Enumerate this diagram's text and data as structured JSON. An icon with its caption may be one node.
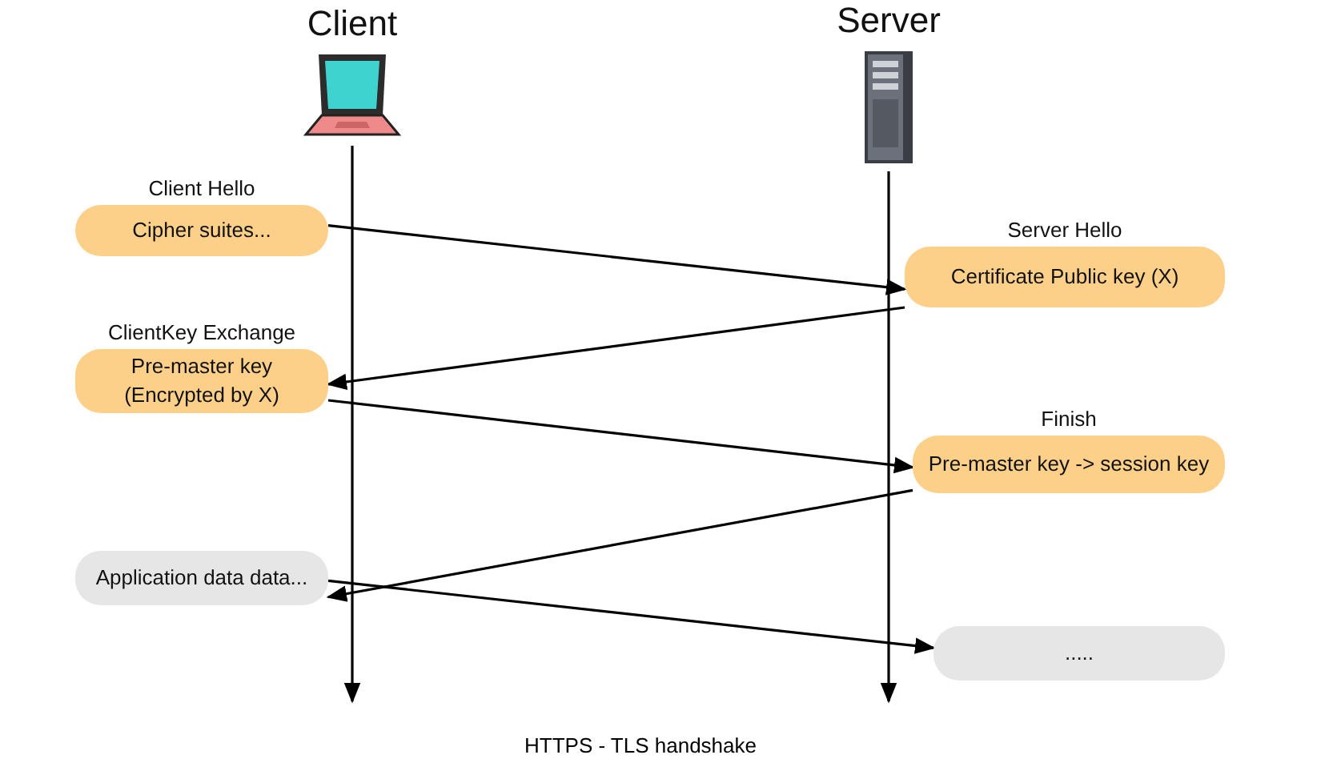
{
  "diagram": {
    "caption": "HTTPS - TLS handshake",
    "nodes": [
      {
        "text": [
          "Client"
        ]
      },
      {
        "text": [
          "Server"
        ]
      },
      {
        "text": [
          "Client Hello",
          "Cipher suites..."
        ]
      },
      {
        "text": [
          "Server Hello",
          "Certificate Public key (X)"
        ]
      },
      {
        "text": [
          "ClientKey Exchange",
          "Pre-master key (Encrypted by X)"
        ]
      },
      {
        "text": [
          "Finish",
          "Pre-master key -> session key"
        ]
      },
      {
        "text": [
          "Application data data..."
        ]
      },
      {
        "text": [
          "....."
        ]
      }
    ],
    "edges": [
      {
        "from": 0,
        "to": null,
        "arrow": "to"
      },
      {
        "from": 1,
        "to": null,
        "arrow": "to"
      },
      {
        "from": 2,
        "to": 3,
        "arrow": "to"
      },
      {
        "from": 3,
        "to": 4,
        "arrow": "to"
      },
      {
        "from": 4,
        "to": 5,
        "arrow": "to"
      },
      {
        "from": 5,
        "to": 6,
        "arrow": "to"
      },
      {
        "from": 6,
        "to": 7,
        "arrow": "to"
      }
    ]
  }
}
